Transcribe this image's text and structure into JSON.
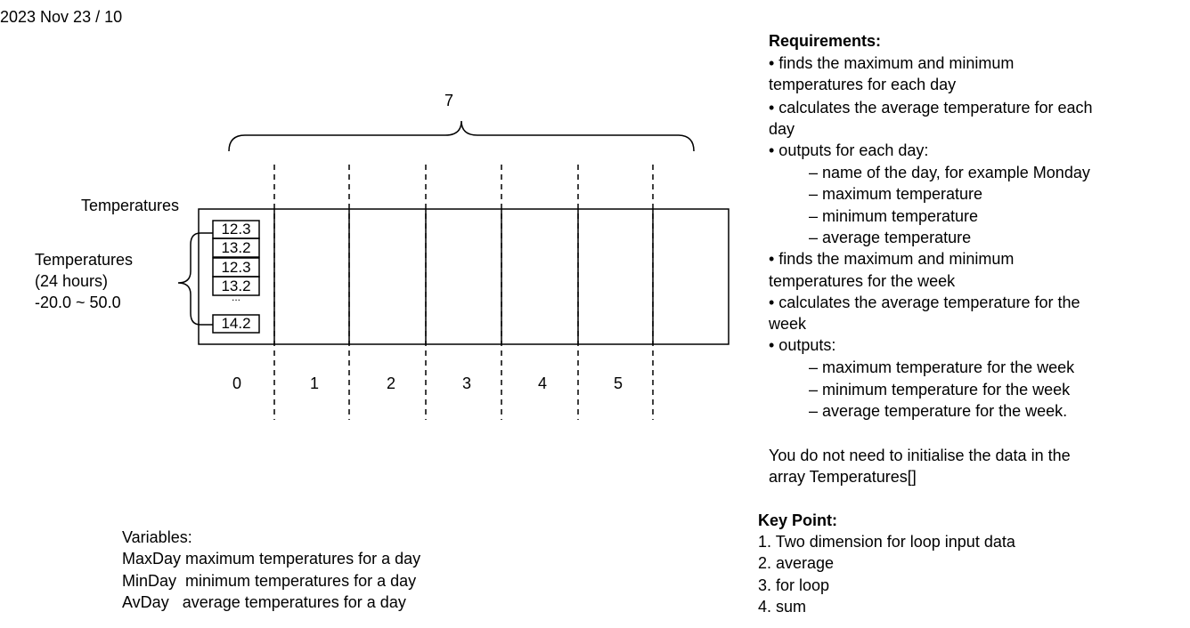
{
  "header": {
    "date": "2023 Nov 23 / 10"
  },
  "diagram": {
    "brace_label": "7",
    "array_label": "Temperatures",
    "hours_label": [
      "Temperatures",
      "(24 hours)",
      "-20.0 ~ 50.0"
    ],
    "cells": [
      "12.3",
      "13.2",
      "12.3",
      "13.2",
      "14.2"
    ],
    "ellipsis": "...",
    "indices": [
      "0",
      "1",
      "2",
      "3",
      "4",
      "5"
    ]
  },
  "variables": {
    "title": "Variables:",
    "lines": [
      "MaxDay maximum temperatures for a day",
      "MinDay  minimum temperatures for a day",
      "AvDay   average temperatures for a day"
    ]
  },
  "requirements": {
    "title": "Requirements:",
    "lines": [
      "• finds the maximum and minimum",
      "temperatures for each day",
      "• calculates the average temperature for each",
      "day",
      "• outputs for each day:",
      "– name of the day, for example Monday",
      "– maximum temperature",
      "– minimum temperature",
      "– average temperature",
      "• finds the maximum and minimum",
      "temperatures for the week",
      "• calculates the average temperature for the",
      "week",
      "• outputs:",
      "– maximum temperature for the week",
      "– minimum temperature for the week",
      "– average temperature for the week."
    ],
    "note": [
      "You do not need to initialise the data in the",
      "array Temperatures[]"
    ]
  },
  "key_point": {
    "title": "Key Point:",
    "lines": [
      "1. Two dimension for loop input data",
      "2. average",
      "3. for loop",
      "4. sum"
    ]
  }
}
